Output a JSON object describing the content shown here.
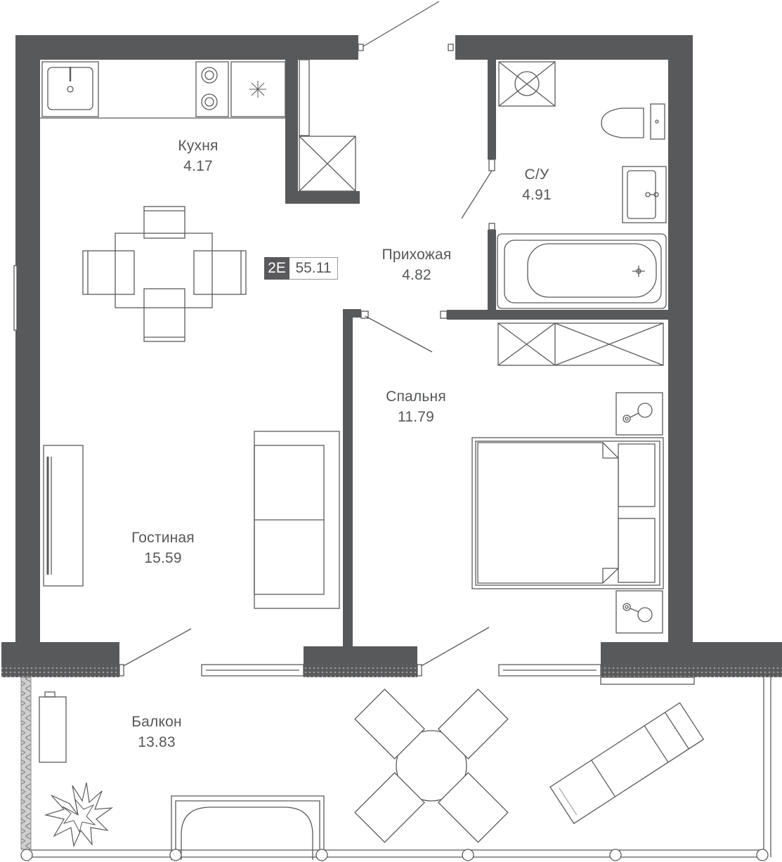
{
  "apartment": {
    "code": "2E",
    "total_area": "55.11"
  },
  "rooms": [
    {
      "id": "kitchen",
      "name": "Кухня",
      "area": "4.17"
    },
    {
      "id": "bathroom",
      "name": "С/У",
      "area": "4.91"
    },
    {
      "id": "hallway",
      "name": "Прихожая",
      "area": "4.82"
    },
    {
      "id": "bedroom",
      "name": "Спальня",
      "area": "11.79"
    },
    {
      "id": "living",
      "name": "Гостиная",
      "area": "15.59"
    },
    {
      "id": "balcony",
      "name": "Балкон",
      "area": "13.83"
    }
  ],
  "colors": {
    "wall": "#58595b",
    "line": "#5a5a5a",
    "text": "#555759",
    "background": "#ffffff"
  }
}
